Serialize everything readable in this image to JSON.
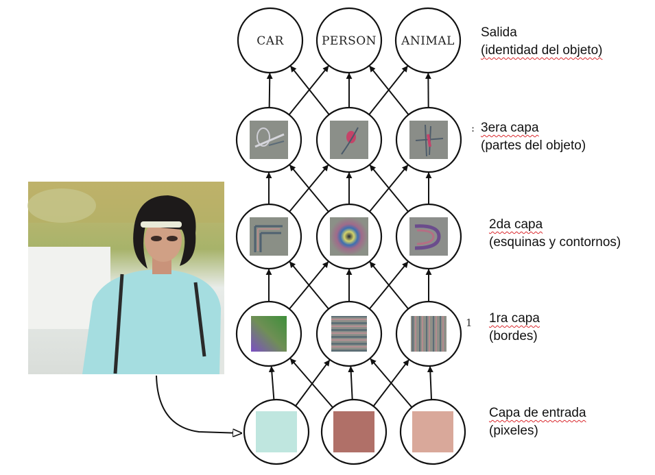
{
  "outputs": [
    "CAR",
    "PERSON",
    "ANIMAL"
  ],
  "layers": [
    {
      "id": "output",
      "title": "Salida",
      "subtitle": "(identidad del objeto)"
    },
    {
      "id": "layer3",
      "title": "3era capa",
      "subtitle": "(partes del objeto)"
    },
    {
      "id": "layer2",
      "title": "2da capa",
      "subtitle": "(esquinas y contornos)"
    },
    {
      "id": "layer1",
      "title": "1ra capa",
      "subtitle": "(bordes)"
    },
    {
      "id": "input",
      "title": "Capa de entrada",
      "subtitle": "(pixeles)"
    }
  ],
  "stray_marks": {
    "one": "1",
    "colon": ":"
  },
  "colors": {
    "input_pixels": [
      "#bfe6df",
      "#b07068",
      "#d9a89a"
    ],
    "node_fill": "#ffffff",
    "feature_gray": "#8b9087"
  },
  "photo": {
    "description_icon": "person-photo"
  }
}
